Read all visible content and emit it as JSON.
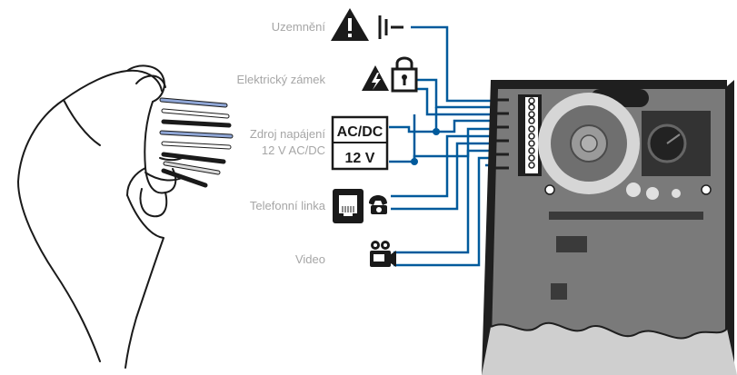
{
  "labels": {
    "grounding": "Uzemnění",
    "electric_lock": "Elektrický zámek",
    "power_line1": "Zdroj napájení",
    "power_line2": "12 V AC/DC",
    "phone_line": "Telefonní linka",
    "video": "Video"
  },
  "power_box": {
    "top": "AC/DC",
    "bottom": "12 V"
  },
  "icons": [
    "warning-icon",
    "ground-icon",
    "high-voltage-icon",
    "padlock-icon",
    "rj11-socket-icon",
    "telephone-icon",
    "camera-icon"
  ],
  "colors": {
    "wire": "#005a9c",
    "label": "#a6a6a6",
    "device_body": "#7a7a7a",
    "device_frame": "#1f1f1f"
  }
}
